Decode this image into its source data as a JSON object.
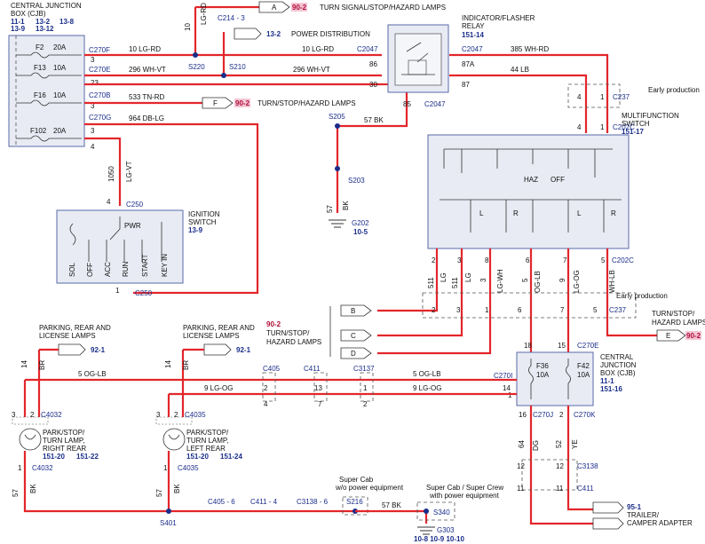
{
  "cjb_top": {
    "title1": "CENTRAL  JUNCTION",
    "title2": "BOX (CJB)",
    "refs1": "11-1",
    "refs2": "13-2",
    "refs3": "13-8",
    "refs4": "13-9",
    "refs5": "13-12"
  },
  "fuses_top": [
    {
      "name": "F2",
      "amp": "20A",
      "conn": "C270F",
      "pin": "3"
    },
    {
      "name": "F13",
      "amp": "10A",
      "conn": "C270E",
      "pin": "23"
    },
    {
      "name": "F16",
      "amp": "10A",
      "conn": "C270B",
      "pin": "3"
    },
    {
      "name": "F102",
      "amp": "20A",
      "conn": "C270G",
      "pin": "3"
    }
  ],
  "wires_top": {
    "w1": "10  LG-RD",
    "w2": "296  WH-VT",
    "w3": "533  TN-RD",
    "w4": "964  DB-LG",
    "w5": "10  LG-RD",
    "w6": "296  WH-VT",
    "w7": "385  WH-RD",
    "w8": "44  LB",
    "w9": "57  BK",
    "vert_lgrd": "LG-RD",
    "vert_10": "10",
    "vert_1050": "1050",
    "vert_lgvt": "LG-VT",
    "vert_57": "57",
    "vert_bk": "BK"
  },
  "refs": {
    "a_label": "A",
    "a_ref": "90-2",
    "a_text": "TURN SIGNAL/STOP/HAZARD LAMPS",
    "c214": "C214 - 3",
    "pd_text": "POWER DISTRIBUTION",
    "pd_ref": "13-2",
    "f_label": "F",
    "f_ref": "90-2",
    "f_text": "TURN/STOP/HAZARD LAMPS",
    "s220": "S220",
    "s210": "S210",
    "s205": "S205",
    "s203": "S203",
    "g202": "G202",
    "g202_ref": "10-5"
  },
  "relay": {
    "title1": "INDICATOR/FLASHER",
    "title2": "RELAY",
    "ref": "151-14",
    "c2047": "C2047",
    "p86": "86",
    "p30": "30",
    "p87a": "87A",
    "p87": "87",
    "p85": "85"
  },
  "early1": {
    "label": "Early production",
    "c237": "C237",
    "p4": "4",
    "p1": "1"
  },
  "mfs": {
    "title1": "MULTIFUNCTION",
    "title2": "SWITCH",
    "ref": "151-17",
    "c202c": "C202C",
    "haz": "HAZ",
    "off": "OFF",
    "L": "L",
    "R": "R"
  },
  "ignition": {
    "title1": "IGNITION",
    "title2": "SWITCH",
    "ref": "13-9",
    "c250": "C250",
    "pwr": "PWR",
    "pos": [
      "SOL",
      "OFF",
      "ACC",
      "RUN",
      "START",
      "KEY IN"
    ],
    "pin4": "4",
    "pin1": "1"
  },
  "mfs_pins": [
    {
      "pin": "2",
      "wire": "511",
      "color": "LG"
    },
    {
      "pin": "3",
      "wire": "511",
      "color": "LG"
    },
    {
      "pin": "8",
      "wire": "3",
      "color": "LG-WH"
    },
    {
      "pin": "6",
      "wire": "5",
      "color": "OG-LB"
    },
    {
      "pin": "7",
      "wire": "9",
      "color": "LG-OG"
    },
    {
      "pin": "5",
      "wire": "",
      "color": "WH-LB"
    }
  ],
  "early2": {
    "label": "Early production",
    "c237": "C237",
    "pins": [
      "2",
      "3",
      "1",
      "6",
      "7",
      "5"
    ]
  },
  "left_refs": {
    "ref": "90-2",
    "t1": "TURN/STOP/",
    "t2": "HAZARD LAMPS",
    "b": "B",
    "c": "C",
    "d": "D"
  },
  "right_ref": {
    "t1": "TURN/STOP/",
    "t2": "HAZARD LAMPS",
    "e": "E",
    "ref": "90-2"
  },
  "cjb_bot": {
    "title1": "CENTRAL",
    "title2": "JUNCTION",
    "title3": "BOX (CJB)",
    "ref1": "11-1",
    "ref2": "151-16",
    "f36": "F36",
    "f36a": "10A",
    "f42": "F42",
    "f42a": "10A",
    "c270e": "C270E",
    "c270j": "C270J",
    "c270k": "C270K",
    "c270i": "C270I",
    "p18": "18",
    "p15": "15",
    "p14": "14",
    "p16": "16",
    "p1": "1"
  },
  "lower_wires": {
    "og": "5  OG-LB",
    "lgog": "9  LG-OG",
    "og2": "5  OG-LB",
    "lgog2": "9  LG-OG",
    "c405": "C405",
    "c411": "C411",
    "c3137": "C3137",
    "c405_6": "C405 - 6",
    "c411_4": "C411 - 4",
    "c3138_6": "C3138 - 6",
    "p2a": "2",
    "p4": "4",
    "p13": "13",
    "p7": "7",
    "p1": "1",
    "p2b": "2",
    "p14": "14",
    "p2c": "2"
  },
  "lamps": {
    "right": {
      "t1": "PARK/STOP/",
      "t2": "TURN LAMP,",
      "t3": "RIGHT REAR",
      "ref1": "151-20",
      "ref2": "151-22",
      "c1": "C4032",
      "c2": "C4032",
      "p3": "3",
      "p2": "2",
      "p1": "1"
    },
    "left": {
      "t1": "PARK/STOP/",
      "t2": "TURN LAMP,",
      "t3": "LEFT REAR",
      "ref1": "151-20",
      "ref2": "151-24",
      "c1": "C4035",
      "c2": "C4035",
      "p3": "3",
      "p2": "2",
      "p1": "1"
    },
    "prl1": {
      "t1": "PARKING, REAR AND",
      "t2": "LICENSE LAMPS",
      "ref": "92-1"
    },
    "prl2": {
      "t1": "PARKING, REAR AND",
      "t2": "LICENSE LAMPS",
      "ref": "92-1"
    }
  },
  "bottom": {
    "s401": "S401",
    "s216": "S216",
    "s340": "S340",
    "g303": "G303",
    "g303_refs": "10-8     10-9     10-10",
    "sc1": "Super Cab",
    "sc2": "w/o power equipment",
    "sc3": "Super Cab / Super Crew",
    "sc4": "with power equipment",
    "bk57": "57  BK",
    "br14": "14",
    "br": "BR",
    "bk": "BK",
    "n57": "57",
    "dg": "DG",
    "ye": "YE",
    "n64": "64",
    "n52": "52",
    "c3138": "C3138",
    "c411": "C411",
    "p12a": "12",
    "p12b": "12",
    "p11a": "11",
    "p11b": "11",
    "trailer_ref": "95-1",
    "trailer1": "TRAILER/",
    "trailer2": "CAMPER ADAPTER"
  }
}
